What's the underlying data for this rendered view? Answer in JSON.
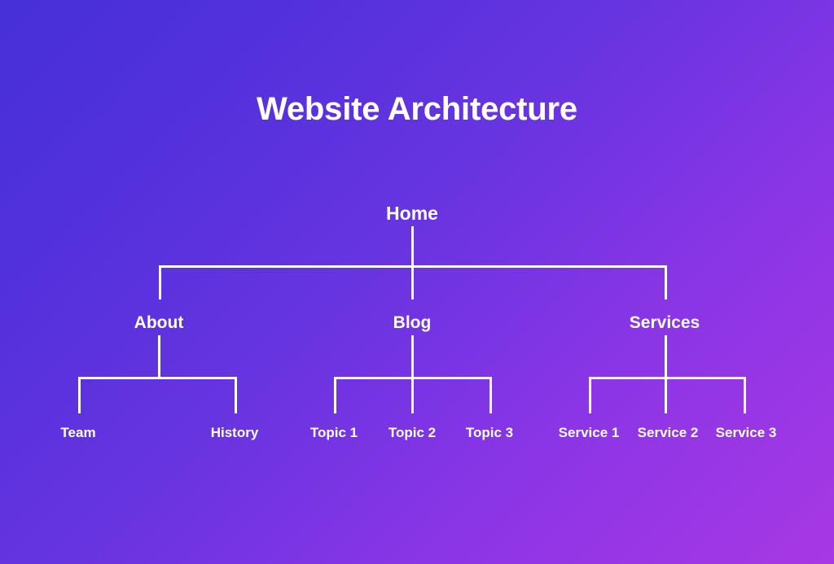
{
  "page": {
    "title": "Website Architecture",
    "background_start": "#4730D8",
    "background_end": "#A838E4",
    "line_color": "#FFFFFF",
    "text_color": "#FFFFFF"
  },
  "tree": {
    "root": {
      "label": "Home",
      "children": [
        {
          "label": "About",
          "children": [
            {
              "label": "Team"
            },
            {
              "label": "History"
            }
          ]
        },
        {
          "label": "Blog",
          "children": [
            {
              "label": "Topic 1"
            },
            {
              "label": "Topic 2"
            },
            {
              "label": "Topic 3"
            }
          ]
        },
        {
          "label": "Services",
          "children": [
            {
              "label": "Service 1"
            },
            {
              "label": "Service 2"
            },
            {
              "label": "Service 3"
            }
          ]
        }
      ]
    }
  }
}
